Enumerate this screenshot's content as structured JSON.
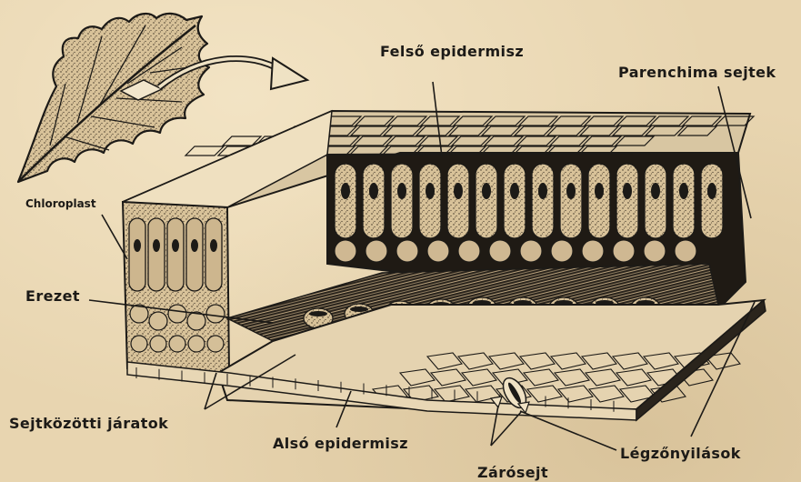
{
  "labels": {
    "felso_epidermisz": "Felső epidermisz",
    "parenchima_sejtek": "Parenchima sejtek",
    "chloroplast": "Chloroplast",
    "erezet": "Erezet",
    "sejtkozotti_jaratok": "Sejtközötti járatok",
    "also_epidermisz": "Alsó epidermisz",
    "legzonyilasok": "Légzőnyilások",
    "zarosejt": "Zárósejt"
  },
  "colors": {
    "paper": "#e8d5b0",
    "ink": "#1c1a17",
    "cell_fill": "#d9c39c"
  }
}
